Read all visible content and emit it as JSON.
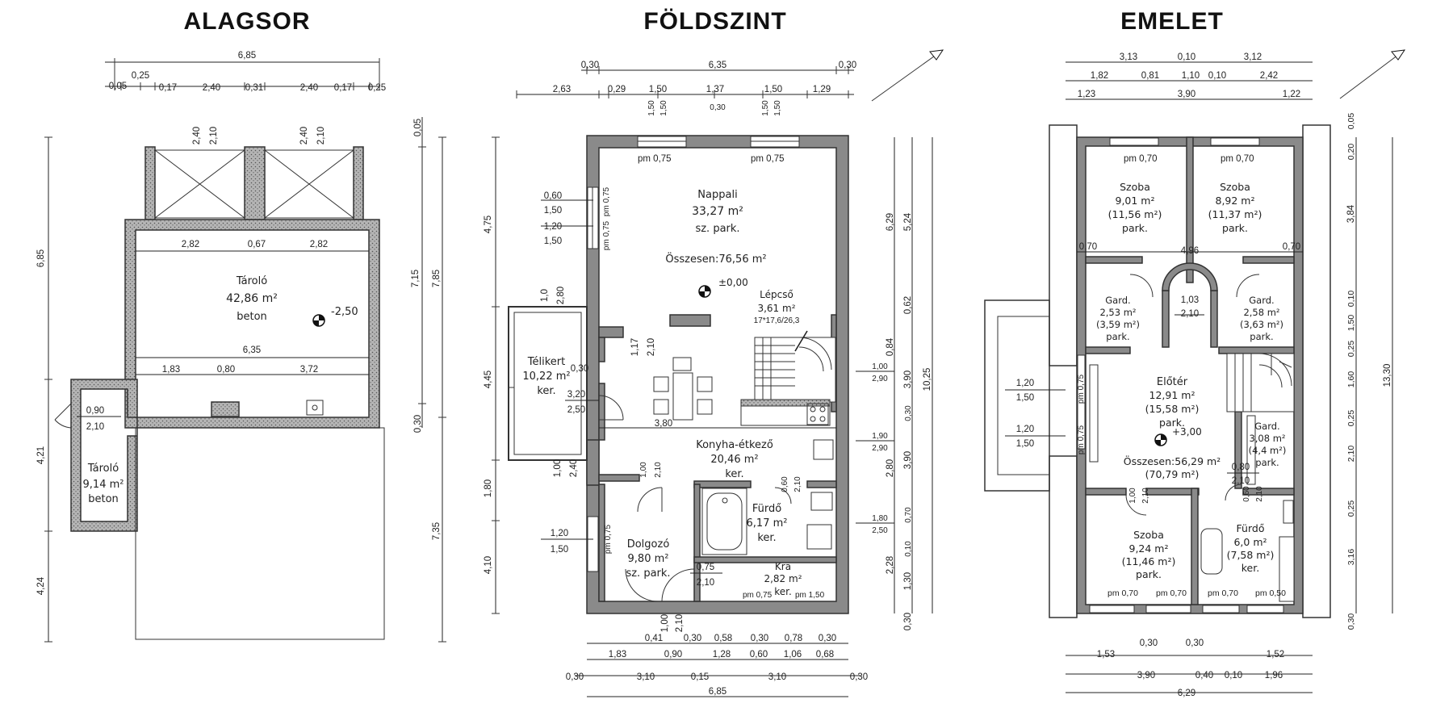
{
  "titles": {
    "basement": "ALAGSOR",
    "ground": "FÖLDSZINT",
    "upper": "EMELET"
  },
  "basement": {
    "dims": {
      "top_total": "6,85",
      "top_row": [
        "0,05",
        "0,25",
        "0,17",
        "2,40",
        "0,31",
        "2,40",
        "0,17",
        "0,25"
      ],
      "win_a": [
        "2,40",
        "2,10"
      ],
      "win_b": [
        "2,40",
        "2,10"
      ],
      "inner1": [
        "2,82",
        "0,67",
        "2,82"
      ],
      "inner2": "6,35",
      "inner3": [
        "1,83",
        "0,80",
        "3,72"
      ],
      "door_small": [
        "0,90",
        "2,10"
      ],
      "left_v": [
        "6,85",
        "4,21",
        "4,24"
      ],
      "right_v": [
        "0,05",
        "7,15",
        "7,85",
        "0,30",
        "7,35"
      ],
      "level": "-2,50"
    },
    "rooms": [
      {
        "name": "Tároló",
        "area": "42,86 m²",
        "floor": "beton"
      },
      {
        "name": "Tároló",
        "area": "9,14 m²",
        "floor": "beton"
      }
    ]
  },
  "ground": {
    "dims": {
      "top1": [
        "0,30",
        "6,35",
        "0,30"
      ],
      "top2": [
        "2,63",
        "0,29",
        "1,50",
        "1,37",
        "1,50",
        "1,29"
      ],
      "win_v": [
        "1,50",
        "1,50",
        "1,50",
        "1,50"
      ],
      "win_small": "0,30",
      "pm_top": [
        "pm 0,75",
        "pm 0,75"
      ],
      "left_win": [
        "0,60",
        "1,50",
        "1,20",
        "1,50"
      ],
      "left_pm": [
        "pm 0,75",
        "pm 0,75"
      ],
      "telikert_v": [
        "1,0",
        "2,80"
      ],
      "stair_v": [
        "1,17",
        "2,10"
      ],
      "door_30": "0,30",
      "door_320": [
        "3,20",
        "2,50"
      ],
      "inner_380": "3,80",
      "kitchen_door": [
        "1,00",
        "2,40"
      ],
      "bath_door": [
        "1,00",
        "2,10"
      ],
      "furdo_door": [
        "0,60",
        "2,10"
      ],
      "dolgozo_left": [
        "1,20",
        "1,50"
      ],
      "dolgozo_pm": "pm 0,75",
      "kra_door": [
        "0,75",
        "2,10"
      ],
      "bottom_door": [
        "1,00",
        "2,10"
      ],
      "left_v": [
        "4,75",
        "4,45",
        "1,80",
        "4,10"
      ],
      "right_v_inner": [
        "6,29",
        "5,24",
        "0,62",
        "0,84",
        "2,80"
      ],
      "right_mid": [
        "1,00",
        "2,90",
        "1,90",
        "2,90",
        "1,80",
        "2,50"
      ],
      "right_v": [
        "3,90",
        "0,30",
        "3,90",
        "0,70",
        "0,10",
        "2,28",
        "1,30",
        "0,30"
      ],
      "right_total": "10,25",
      "bottom1": [
        "0,41",
        "0,30",
        "0,58",
        "0,30",
        "0,78",
        "0,30"
      ],
      "bottom2": [
        "1,83",
        "0,90",
        "1,28",
        "0,60",
        "1,06",
        "0,68"
      ],
      "bottom3": [
        "0,30",
        "3,10",
        "0,15",
        "3,10",
        "0,30"
      ],
      "bottom_total": "6,85",
      "pm_bottom": [
        "pm 0,75",
        "pm 1,50"
      ],
      "level": "±0,00"
    },
    "rooms": [
      {
        "name": "Nappali",
        "area": "33,27 m²",
        "floor": "sz. park."
      },
      {
        "total": "Összesen:76,56 m²"
      },
      {
        "name": "Lépcső",
        "area": "3,61 m²",
        "extra": "17*17,6/26,3"
      },
      {
        "name": "Télikert",
        "area": "10,22 m²",
        "floor": "ker."
      },
      {
        "name": "Konyha-étkező",
        "area": "20,46 m²",
        "floor": "ker."
      },
      {
        "name": "Fürdő",
        "area": "6,17 m²",
        "floor": "ker."
      },
      {
        "name": "Dolgozó",
        "area": "9,80 m²",
        "floor": "sz. park."
      },
      {
        "name": "Kra",
        "area": "2,82 m²",
        "floor": "ker."
      }
    ]
  },
  "upper": {
    "dims": {
      "top1": [
        "3,13",
        "0,10",
        "3,12"
      ],
      "top2": [
        "1,82",
        "0,81",
        "1,10",
        "0,10",
        "2,42"
      ],
      "top3": [
        "1,23",
        "3,90",
        "1,22"
      ],
      "pm_top": [
        "pm 0,70",
        "pm 0,70"
      ],
      "side_070": [
        "0,70",
        "4,96",
        "0,70"
      ],
      "gard_door": [
        "1,03",
        "2,10"
      ],
      "left_win": [
        "1,20",
        "1,50",
        "1,20",
        "1,50"
      ],
      "left_pm": [
        "pm 0,75",
        "pm 0,75"
      ],
      "gard3_door": [
        "0,80",
        "2,10"
      ],
      "szoba_door": [
        "1,00",
        "2,10"
      ],
      "furdo_door": [
        "0,60",
        "2,10"
      ],
      "pm_bottom": [
        "pm 0,70",
        "pm 0,70",
        "pm 0,70",
        "pm 0,50"
      ],
      "right_v": [
        "0,05",
        "0,20",
        "3,84",
        "0,10",
        "1,50",
        "0,25",
        "1,60",
        "0,25",
        "2,10",
        "0,25",
        "3,16",
        "0,30"
      ],
      "right_total": "13,30",
      "bottom1": [
        "0,30",
        "0,30",
        "1,53",
        "1,52"
      ],
      "bottom2": [
        "3,90",
        "0,40",
        "0,10",
        "1,96"
      ],
      "bottom_total": "6,29",
      "level": "+3,00"
    },
    "rooms": [
      {
        "name": "Szoba",
        "area": "9,01 m²",
        "area2": "(11,56 m²)",
        "floor": "park."
      },
      {
        "name": "Szoba",
        "area": "8,92 m²",
        "area2": "(11,37 m²)",
        "floor": "park."
      },
      {
        "name": "Gard.",
        "area": "2,53 m²",
        "area2": "(3,59 m²)",
        "floor": "park."
      },
      {
        "name": "Gard.",
        "area": "2,58 m²",
        "area2": "(3,63 m²)",
        "floor": "park."
      },
      {
        "name": "Előtér",
        "area": "12,91 m²",
        "area2": "(15,58 m²)",
        "floor": "park."
      },
      {
        "total": "Összesen:56,29 m²",
        "total2": "(70,79 m²)"
      },
      {
        "name": "Gard.",
        "area": "3,08 m²",
        "area2": "(4,4 m²)",
        "floor": "park."
      },
      {
        "name": "Szoba",
        "area": "9,24 m²",
        "area2": "(11,46 m²)",
        "floor": "park."
      },
      {
        "name": "Fürdő",
        "area": "6,0 m²",
        "area2": "(7,58 m²)",
        "floor": "ker."
      }
    ]
  }
}
